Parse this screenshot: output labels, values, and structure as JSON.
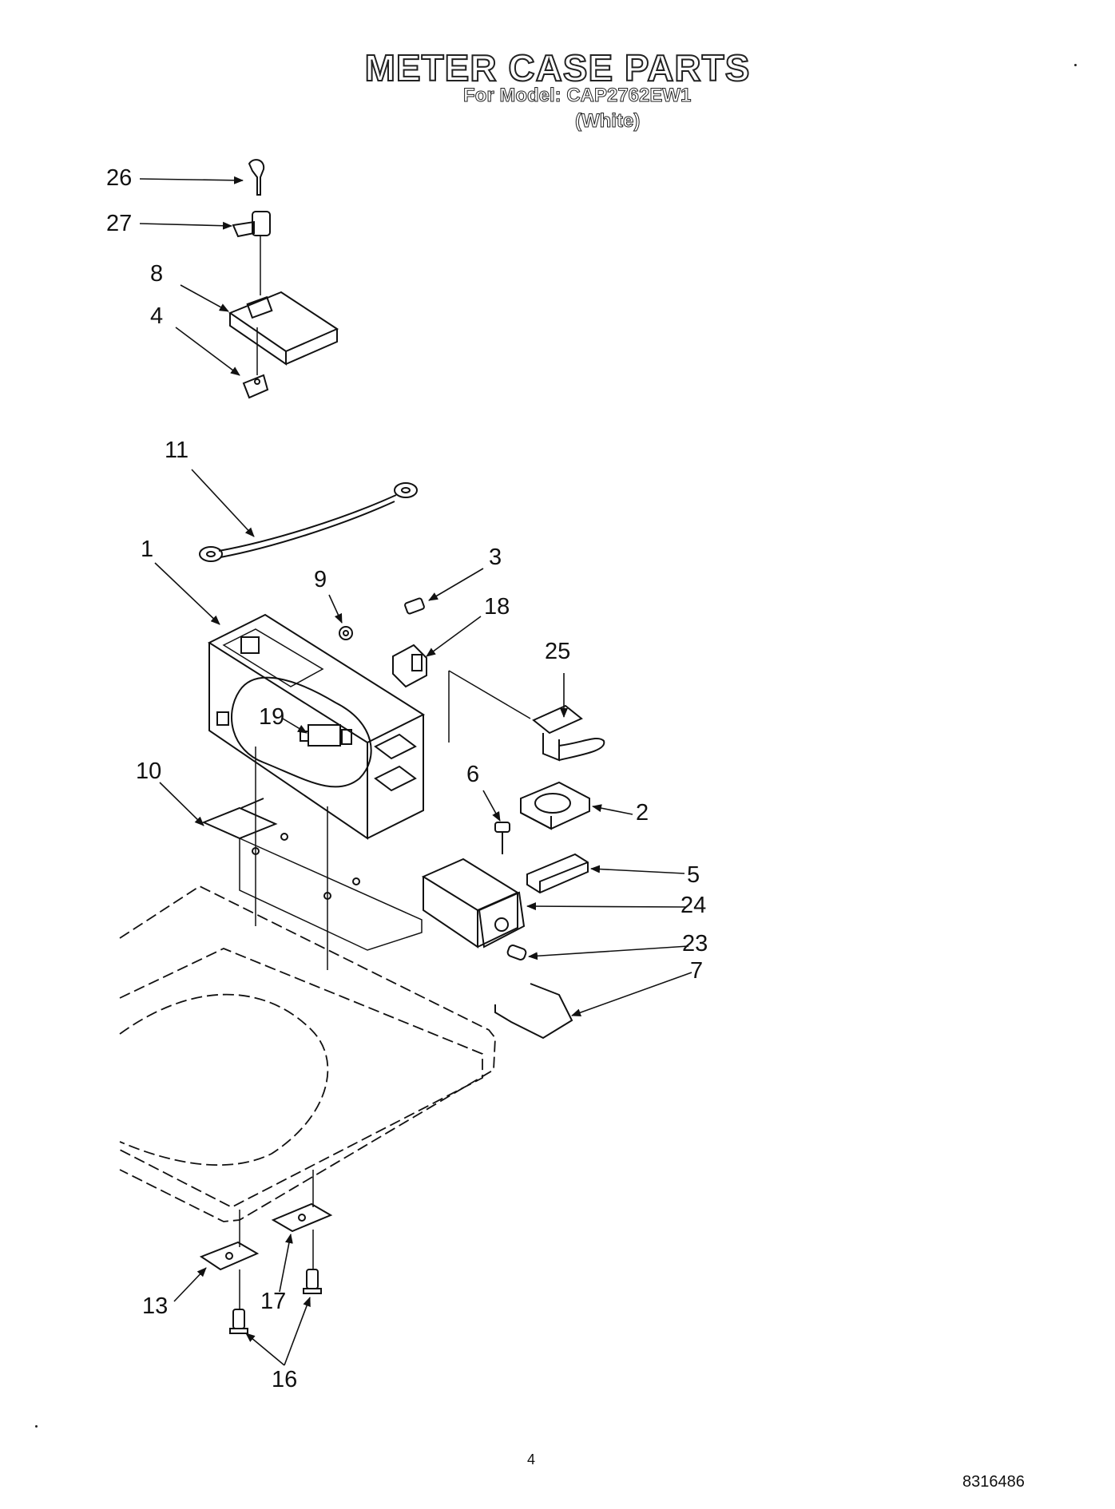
{
  "header": {
    "title": "METER CASE PARTS",
    "model_line": "For Model: CAP2762EW1",
    "color_line": "(White)"
  },
  "callouts": [
    "26",
    "27",
    "8",
    "4",
    "11",
    "1",
    "9",
    "3",
    "18",
    "25",
    "19",
    "10",
    "6",
    "2",
    "5",
    "24",
    "23",
    "7",
    "13",
    "17",
    "16"
  ],
  "footer": {
    "page_number": "4",
    "document_code": "8316486"
  }
}
